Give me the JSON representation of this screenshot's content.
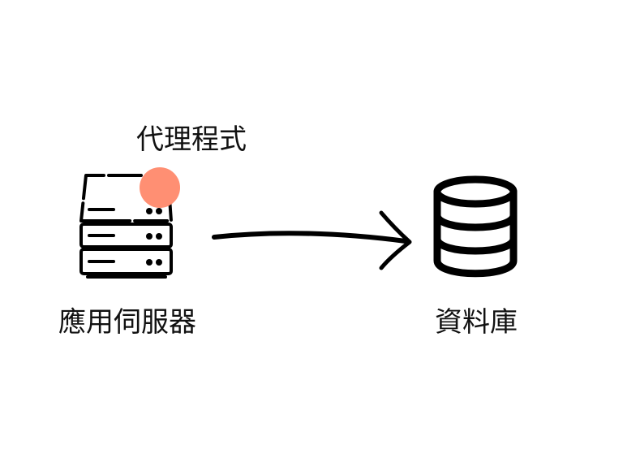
{
  "labels": {
    "proxy": "代理程式",
    "app_server": "應用伺服器",
    "database": "資料庫"
  },
  "colors": {
    "stroke": "#000000",
    "proxy_dot": "#ff8f73",
    "background": "#ffffff"
  },
  "icons": {
    "app_server": "server-rack-icon",
    "proxy": "proxy-dot",
    "database": "database-cylinder-icon",
    "connection": "arrow-right"
  }
}
